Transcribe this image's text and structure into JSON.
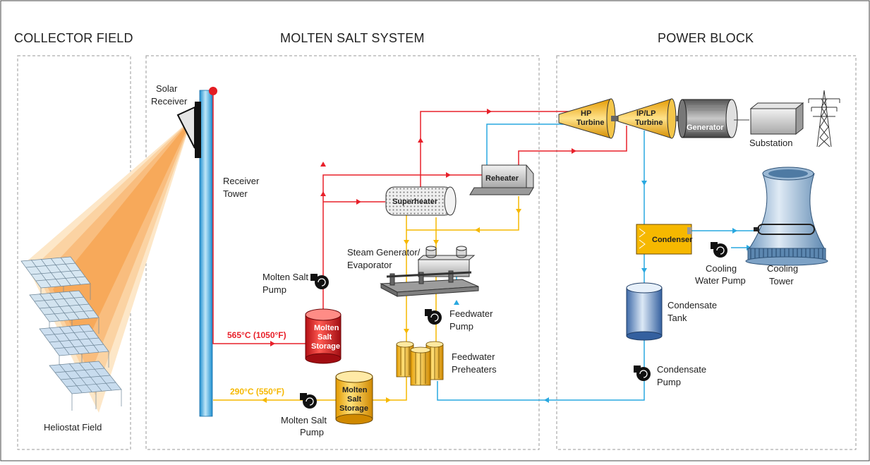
{
  "sections": {
    "collector": "COLLECTOR FIELD",
    "molten": "MOLTEN SALT SYSTEM",
    "power": "POWER BLOCK"
  },
  "labels": {
    "solar_receiver": [
      "Solar",
      "Receiver"
    ],
    "receiver_tower": [
      "Receiver",
      "Tower"
    ],
    "heliostat_field": "Heliostat Field",
    "hot_temp": "565°C (1050°F)",
    "cold_temp": "290°C (550°F)",
    "hot_storage": [
      "Molten",
      "Salt",
      "Storage"
    ],
    "cold_storage": [
      "Molten",
      "Salt",
      "Storage"
    ],
    "ms_pump_upper": [
      "Molten Salt",
      "Pump"
    ],
    "ms_pump_lower": [
      "Molten Salt",
      "Pump"
    ],
    "superheater": "Superheater",
    "reheater": "Reheater",
    "steam_generator": [
      "Steam Generator/",
      "Evaporator"
    ],
    "feedwater_pump": [
      "Feedwater",
      "Pump"
    ],
    "feedwater_preheaters": [
      "Feedwater",
      "Preheaters"
    ],
    "hp_turbine": [
      "HP",
      "Turbine"
    ],
    "iplp_turbine": [
      "IP/LP",
      "Turbine"
    ],
    "generator": "Generator",
    "substation": "Substation",
    "condenser": "Condenser",
    "cooling_water_pump": [
      "Cooling",
      "Water Pump"
    ],
    "cooling_tower": [
      "Cooling",
      "Tower"
    ],
    "condensate_tank": [
      "Condensate",
      "Tank"
    ],
    "condensate_pump": [
      "Condensate",
      "Pump"
    ]
  },
  "colors": {
    "hot": "#e8202a",
    "cold": "#f6b800",
    "water": "#29a8e0",
    "sun": "#f7a23b"
  }
}
